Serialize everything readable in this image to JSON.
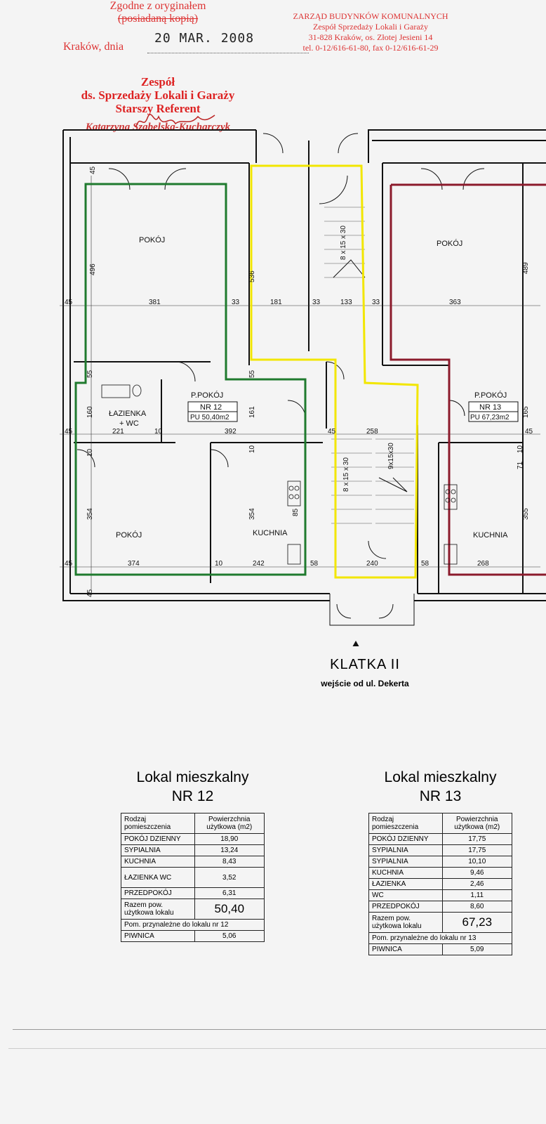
{
  "stamps": {
    "certified_line1": "Zgodne z oryginałem",
    "certified_line2": "(posiadaną kopią)",
    "city_date_label": "Kraków, dnia",
    "handwritten_date": "20 MAR. 2008",
    "office_line1": "ZARZĄD BUDYNKÓW KOMUNALNYCH",
    "office_line2": "Zespół Sprzedaży Lokali i Garaży",
    "office_line3": "31-828 Kraków, os. Złotej Jesieni 14",
    "office_line4": "tel. 0-12/616-61-80, fax 0-12/616-61-29",
    "team_line1": "Zespół",
    "team_line2": "ds. Sprzedaży Lokali i Garaży",
    "team_line3": "Starszy Referent",
    "team_name": "Katarzyna Szabelska-Kucharczyk"
  },
  "plan": {
    "rooms": {
      "pokoj": "POKÓJ",
      "lazienka": "ŁAZIENKA",
      "wc": "+ WC",
      "kuchnia": "KUCHNIA",
      "przedpokoj": "P.POKÓJ"
    },
    "unit12": {
      "label": "NR 12",
      "area": "PU 50,40m2"
    },
    "unit13": {
      "label": "NR 13",
      "area": "PU 67,23m2"
    },
    "stairs": {
      "s1": "8 x 15 x 30",
      "s2": "8 x 15 x 30",
      "s3": "9x15x30"
    },
    "dims": {
      "d45a": "45",
      "d381": "381",
      "d33a": "33",
      "d181": "181",
      "d33b": "33",
      "d133": "133",
      "d33c": "33",
      "d363": "363",
      "d45b": "45",
      "d221": "221",
      "d10a": "10",
      "d392": "392",
      "d45c": "45",
      "d258": "258",
      "d45d": "45",
      "d45e": "45",
      "d374": "374",
      "d10b": "10",
      "d242": "242",
      "d58a": "58",
      "d240": "240",
      "d58b": "58",
      "d268": "268",
      "v45top": "45",
      "v496": "496",
      "v55a": "55",
      "v160": "160",
      "v10a": "10",
      "v354a": "354",
      "v45bot": "45",
      "v536": "536",
      "v55b": "55",
      "v161": "161",
      "v10b": "10",
      "v354b": "354",
      "v85": "85",
      "v489": "489",
      "v165": "165",
      "v10c": "10",
      "v71": "71",
      "v355": "355"
    },
    "staircase_title": "KLATKA II",
    "entrance_note": "wejście od ul. Dekerta"
  },
  "table12": {
    "title": "Lokal mieszkalny",
    "subtitle": "NR 12",
    "col1": "Rodzaj pomieszczenia",
    "col2": "Powierzchnia użytkowa (m2)",
    "rows": [
      {
        "name": "POKÓJ DZIENNY",
        "value": "18,90"
      },
      {
        "name": "SYPIALNIA",
        "value": "13,24"
      },
      {
        "name": "KUCHNIA",
        "value": "8,43"
      },
      {
        "name": "ŁAZIENKA WC",
        "value": "3,52"
      },
      {
        "name": "PRZEDPOKÓJ",
        "value": "6,31"
      }
    ],
    "total_label": "Razem pow. użytkowa lokalu",
    "total_value": "50,40",
    "appurtenant_label": "Pom. przynależne do lokalu nr 12",
    "cellar_label": "PIWNICA",
    "cellar_value": "5,06"
  },
  "table13": {
    "title": "Lokal mieszkalny",
    "subtitle": "NR 13",
    "col1": "Rodzaj pomieszczenia",
    "col2": "Powierzchnia użytkowa (m2)",
    "rows": [
      {
        "name": "POKÓJ DZIENNY",
        "value": "17,75"
      },
      {
        "name": "SYPIALNIA",
        "value": "17,75"
      },
      {
        "name": "SYPIALNIA",
        "value": "10,10"
      },
      {
        "name": "KUCHNIA",
        "value": "9,46"
      },
      {
        "name": "ŁAZIENKA",
        "value": "2,46"
      },
      {
        "name": "WC",
        "value": "1,11"
      },
      {
        "name": "PRZEDPOKÓJ",
        "value": "8,60"
      }
    ],
    "total_label": "Razem pow. użytkowa lokalu",
    "total_value": "67,23",
    "appurtenant_label": "Pom. przynależne do lokalu nr 13",
    "cellar_label": "PIWNICA",
    "cellar_value": "5,09"
  },
  "colors": {
    "stamp_red": "#dd3333",
    "unit12_outline": "#1f7a2e",
    "unit13_outline": "#8b1a2b",
    "staircase_outline": "#f2e600"
  }
}
